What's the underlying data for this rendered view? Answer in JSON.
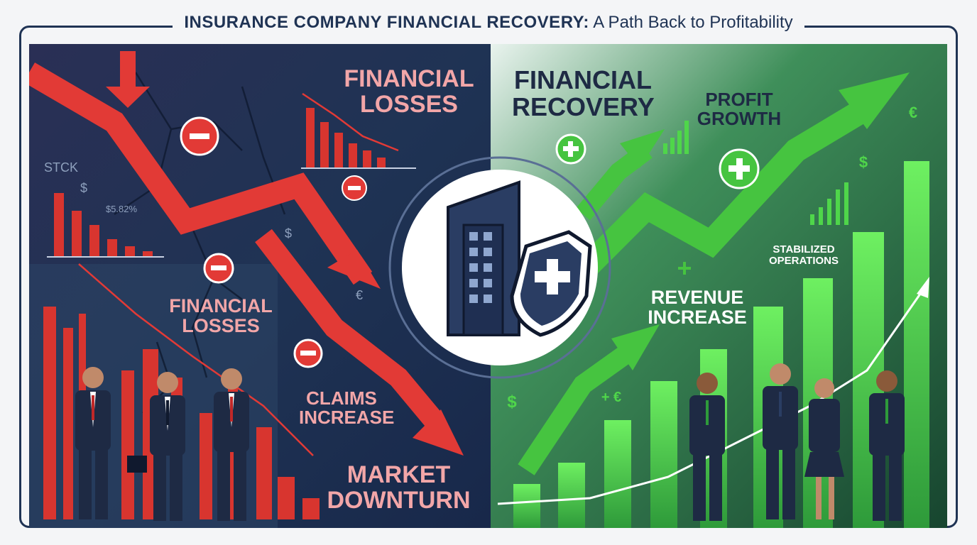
{
  "header": {
    "title_bold": "INSURANCE COMPANY FINANCIAL RECOVERY:",
    "title_rest": "A Path Back to Profitability"
  },
  "left_panel": {
    "label_losses_top": "FINANCIAL\nLOSSES",
    "label_losses_mid": "FINANCIAL\nLOSSES",
    "label_claims": "CLAIMS\nINCREASE",
    "label_market": "MARKET\nDOWNTURN",
    "label_stock": "STCK",
    "label_percent": "$5.82%"
  },
  "right_panel": {
    "label_recovery": "FINANCIAL\nRECOVERY",
    "label_profit": "PROFIT\nGROWTH",
    "label_revenue": "REVENUE\nINCREASE",
    "label_stabilized": "STABILIZED\nOPERATIONS"
  },
  "symbols": {
    "dollar": "$",
    "euro": "€",
    "plus_euro": "+ €"
  },
  "colors": {
    "loss_red": "#e23a36",
    "growth_green": "#4fd64a",
    "navy": "#1f3354",
    "left_bg": "#1f3354",
    "right_bg": "#1f5a3a"
  },
  "icons": {
    "center": "insurance-building-shield-icon",
    "minus": "minus-circle-icon",
    "plus": "plus-circle-icon"
  }
}
